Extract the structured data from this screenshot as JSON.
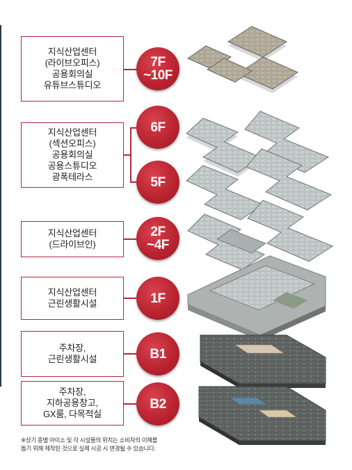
{
  "floors": [
    {
      "badge": [
        "7F",
        "~10F"
      ],
      "labels": [
        "지식산업센터",
        "(라이브오피스)",
        "공용회의실",
        "유튜브스튜디오"
      ]
    },
    {
      "badge": [
        "6F"
      ],
      "labels": [
        "지식산업센터",
        "(섹션오피스)",
        "공용회의실",
        "공용스튜디오",
        "광폭테라스"
      ]
    },
    {
      "badge": [
        "5F"
      ],
      "labels": []
    },
    {
      "badge": [
        "2F",
        "~4F"
      ],
      "labels": [
        "지식산업센터",
        "(드라이브인)"
      ]
    },
    {
      "badge": [
        "1F"
      ],
      "labels": [
        "지식산업센터",
        "근린생활시설"
      ]
    },
    {
      "badge": [
        "B1"
      ],
      "labels": [
        "주차장,",
        "근린생활시설"
      ]
    },
    {
      "badge": [
        "B2"
      ],
      "labels": [
        "주차장,",
        "지하공용창고,",
        "GX룸, 다목적실"
      ]
    }
  ],
  "footnote": [
    "※상기 층별 아이소 및 각 시설물의 위치는 소비자의 이해를",
    "돕기 위해 제작된 것으로 실제 시공 시 변경될 수 있습니다."
  ],
  "colors": {
    "accent": "#b8222f",
    "border": "#b0283a"
  }
}
